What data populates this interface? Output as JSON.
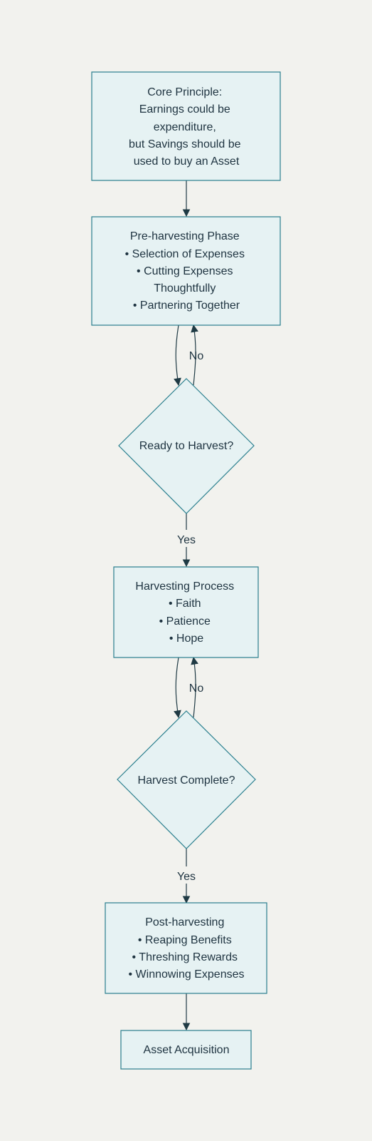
{
  "colors": {
    "background": "#f2f2ee",
    "node_fill": "#e6f2f3",
    "node_border": "#2a7f8e",
    "edge": "#1f3a44",
    "text": "#1e3340"
  },
  "nodes": {
    "core_principle": [
      "Core Principle:",
      "Earnings could be",
      "expenditure,",
      "but Savings should be",
      "used to buy an Asset"
    ],
    "pre_harvesting": [
      "Pre-harvesting Phase",
      "• Selection of Expenses",
      "• Cutting Expenses",
      "Thoughtfully",
      "• Partnering Together"
    ],
    "ready_decision": [
      "Ready to Harvest?"
    ],
    "harvesting": [
      "Harvesting Process",
      "• Faith",
      "• Patience",
      "• Hope"
    ],
    "complete_decision": [
      "Harvest Complete?"
    ],
    "post_harvesting": [
      "Post-harvesting",
      "• Reaping Benefits",
      "• Threshing Rewards",
      "• Winnowing Expenses"
    ],
    "asset": [
      "Asset Acquisition"
    ]
  },
  "edge_labels": {
    "ready_no": "No",
    "ready_yes": "Yes",
    "complete_no": "No",
    "complete_yes": "Yes"
  }
}
